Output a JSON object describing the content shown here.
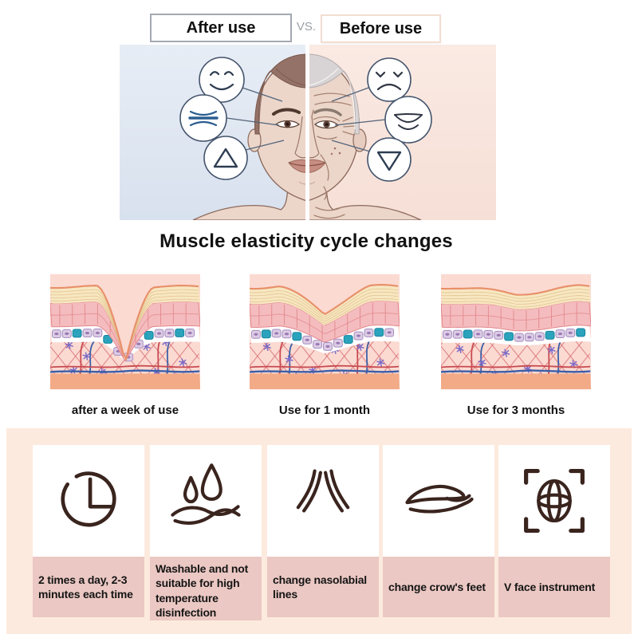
{
  "compare": {
    "after_label": "After use",
    "vs_label": "VS.",
    "before_label": "Before use",
    "after_side_icons": [
      "happy-face-icon",
      "taut-skin-lines-icon",
      "triangle-up-icon"
    ],
    "before_side_icons": [
      "sad-face-icon",
      "sagging-skin-icon",
      "triangle-down-icon"
    ]
  },
  "heading": "Muscle elasticity cycle changes",
  "stages": [
    {
      "caption": "after a week of use",
      "stage": "deep-wrinkle"
    },
    {
      "caption": "Use for 1 month",
      "stage": "reduced-wrinkle"
    },
    {
      "caption": "Use for 3 months",
      "stage": "smooth-skin"
    }
  ],
  "features": [
    {
      "icon": "clock-icon",
      "label": "2 times a day, 2-3 minutes each time"
    },
    {
      "icon": "water-drops-icon",
      "label": "Washable and not suitable for high temperature disinfection"
    },
    {
      "icon": "nasolabial-lines-icon",
      "label": "change nasolabial lines"
    },
    {
      "icon": "crows-feet-icon",
      "label": "change crow's feet"
    },
    {
      "icon": "v-face-instrument-icon",
      "label": "V face instrument"
    }
  ],
  "colors": {
    "after_panel_bg": "#e2e9f2",
    "before_panel_bg": "#f9e5de",
    "feature_panel_bg": "#fdeade",
    "feature_label_bg": "#ebc8c3",
    "icon_stroke": "#3a241e",
    "text": "#111111"
  }
}
